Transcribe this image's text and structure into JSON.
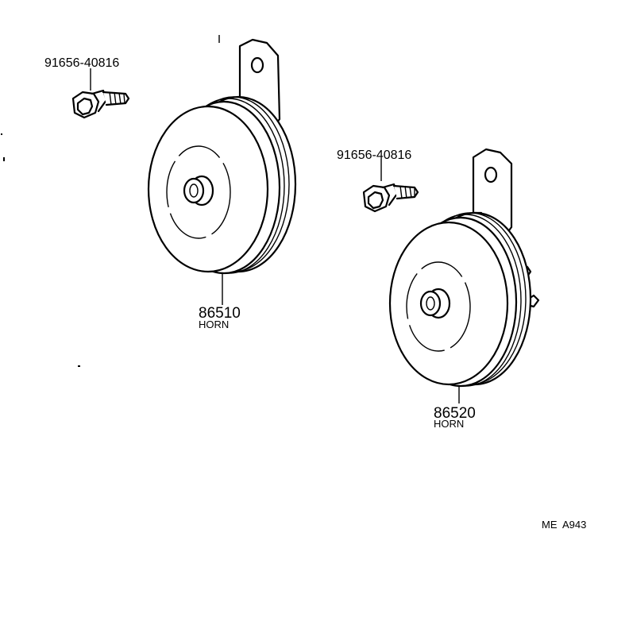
{
  "labels": {
    "bolt_left_part_no": "91656-40816",
    "bolt_right_part_no": "91656-40816",
    "horn_left_part_no": "86510",
    "horn_left_name": "HORN",
    "horn_right_part_no": "86520",
    "horn_right_name": "HORN",
    "diagram_code": "ME  A943"
  }
}
